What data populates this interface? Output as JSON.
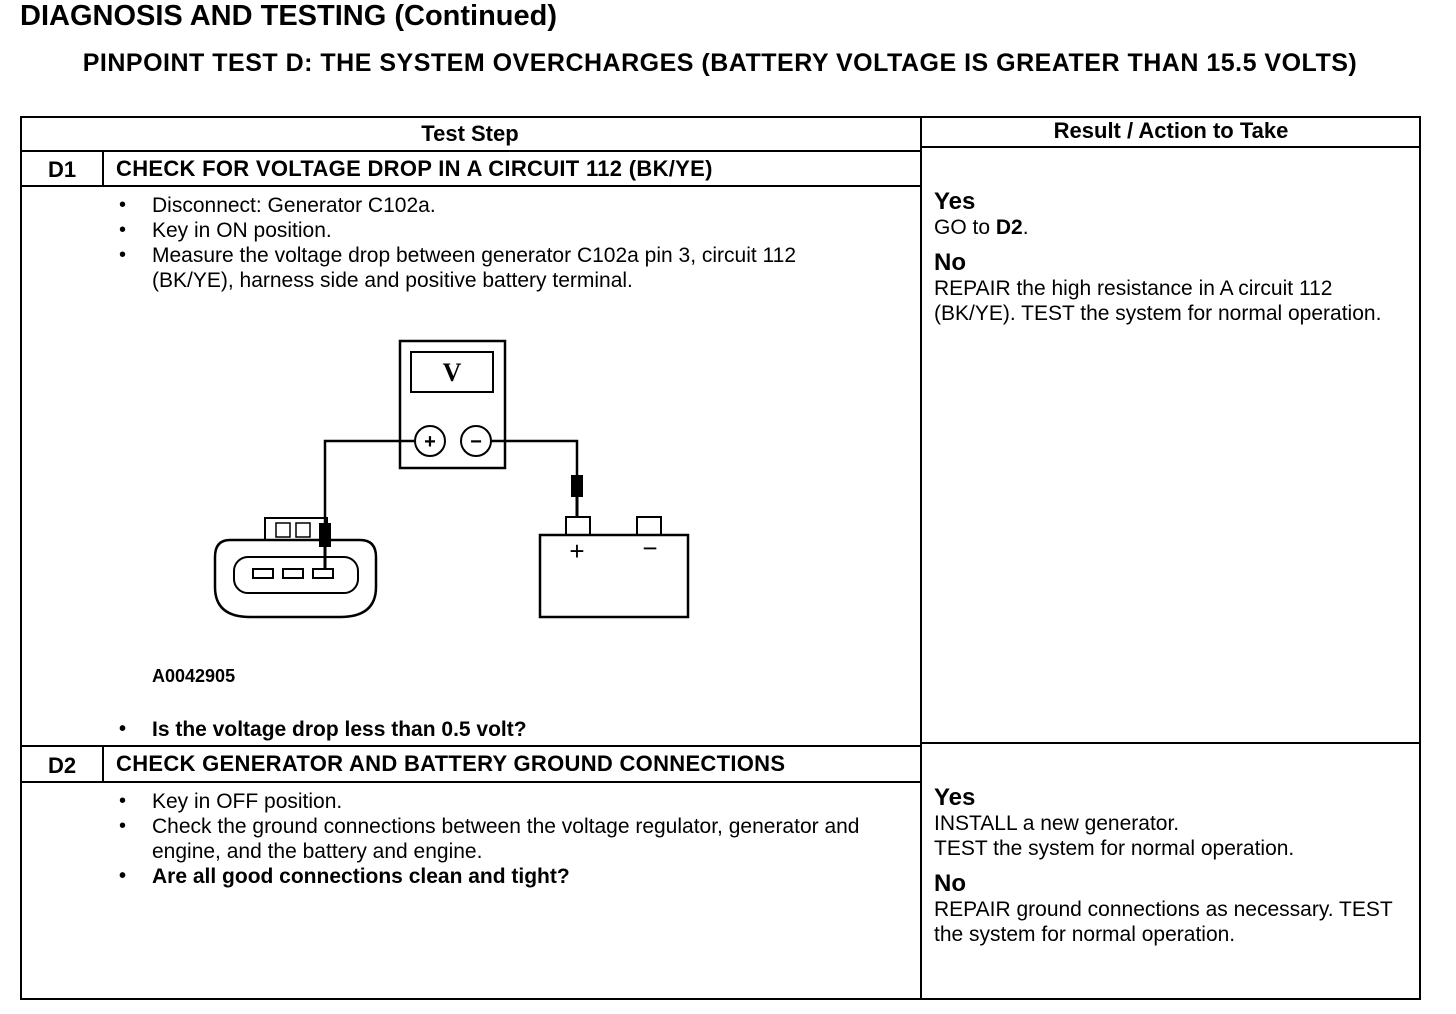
{
  "section_title": "DIAGNOSIS AND TESTING (Continued)",
  "test_title": "PINPOINT TEST D: THE SYSTEM OVERCHARGES (BATTERY VOLTAGE IS GREATER THAN 15.5 VOLTS)",
  "table": {
    "header_test_step": "Test Step",
    "header_result": "Result / Action to Take"
  },
  "steps": [
    {
      "id": "D1",
      "title": "CHECK FOR VOLTAGE DROP IN A CIRCUIT 112 (BK/YE)",
      "bullets": [
        "Disconnect: Generator C102a.",
        "Key in ON position.",
        "Measure the voltage drop between generator C102a pin 3, circuit 112 (BK/YE), harness side and positive battery terminal."
      ],
      "figure_id": "A0042905",
      "question": "Is the voltage drop less than 0.5 volt?",
      "yes_label": "Yes",
      "yes_prefix": "GO to ",
      "yes_ref": "D2",
      "yes_suffix": ".",
      "no_label": "No",
      "no_text": "REPAIR the high resistance in A circuit 112 (BK/YE). TEST the system for normal operation."
    },
    {
      "id": "D2",
      "title": "CHECK GENERATOR AND BATTERY GROUND CONNECTIONS",
      "bullets": [
        "Key in OFF position.",
        "Check the ground connections between the voltage regulator, generator and engine, and the battery and engine."
      ],
      "question": "Are all good connections clean and tight?",
      "yes_label": "Yes",
      "yes_text_1": "INSTALL a new generator.",
      "yes_text_2": "TEST the system for normal operation.",
      "no_label": "No",
      "no_text": "REPAIR ground connections as necessary. TEST the system for normal operation."
    }
  ],
  "diagram": {
    "meter_symbol": "V",
    "meter_plus": "+",
    "meter_minus": "−",
    "battery_plus": "+",
    "battery_minus": "−"
  }
}
